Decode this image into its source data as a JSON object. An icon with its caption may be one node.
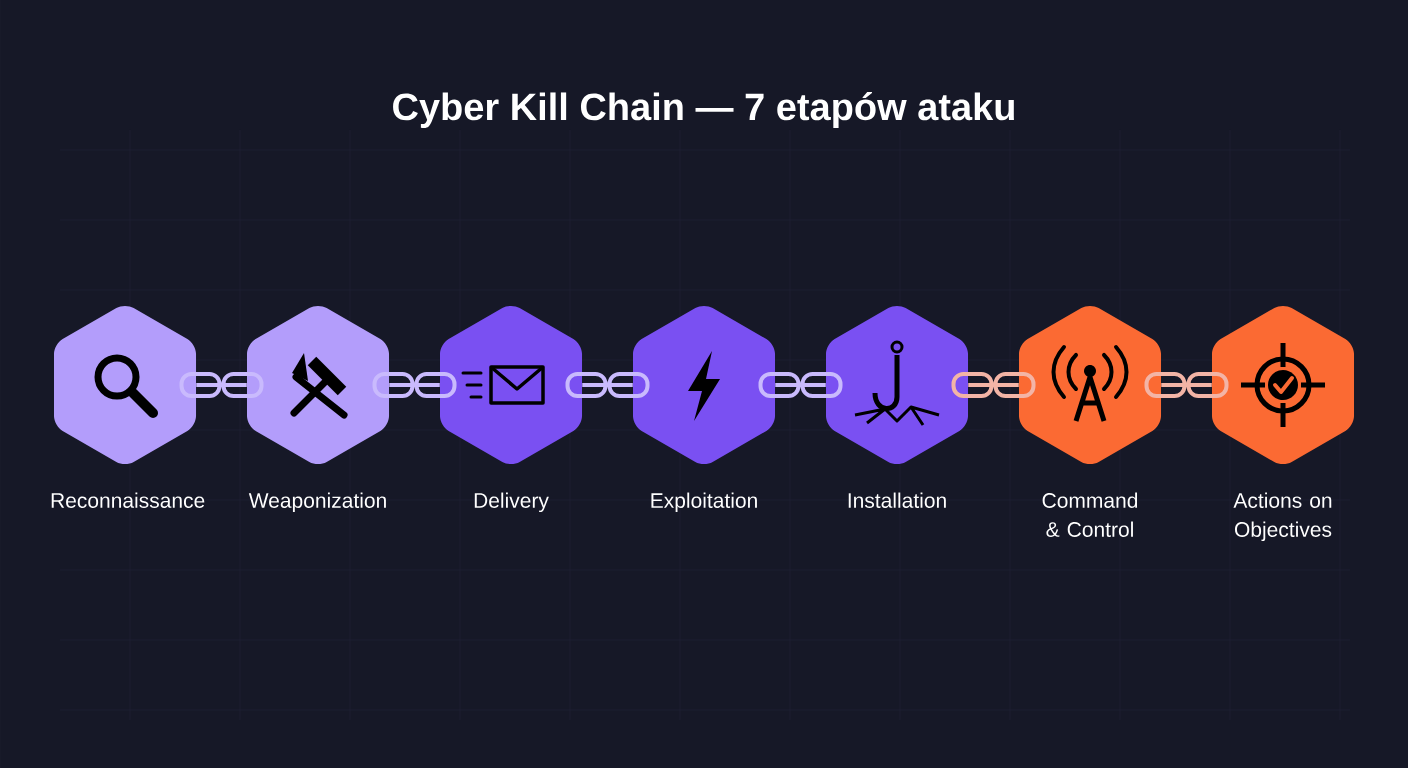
{
  "diagram": {
    "title": "Cyber Kill Chain — 7 etapów ataku",
    "nodes": [
      {
        "text": [
          "Reconnaissance"
        ]
      },
      {
        "text": [
          "Weaponization"
        ]
      },
      {
        "text": [
          "Delivery"
        ]
      },
      {
        "text": [
          "Exploitation"
        ]
      },
      {
        "text": [
          "Installation"
        ]
      },
      {
        "text": [
          "Command & Control"
        ]
      },
      {
        "text": [
          "Actions on Objectives"
        ]
      }
    ],
    "edges": [
      {
        "from": 0,
        "to": 1,
        "arrow": "none"
      },
      {
        "from": 1,
        "to": 2,
        "arrow": "none"
      },
      {
        "from": 2,
        "to": 3,
        "arrow": "none"
      },
      {
        "from": 3,
        "to": 4,
        "arrow": "none"
      },
      {
        "from": 4,
        "to": 5,
        "arrow": "none",
        "color": "#f3b4a6"
      },
      {
        "from": 5,
        "to": 6,
        "arrow": "none",
        "color": "#f3b4a6"
      }
    ]
  }
}
